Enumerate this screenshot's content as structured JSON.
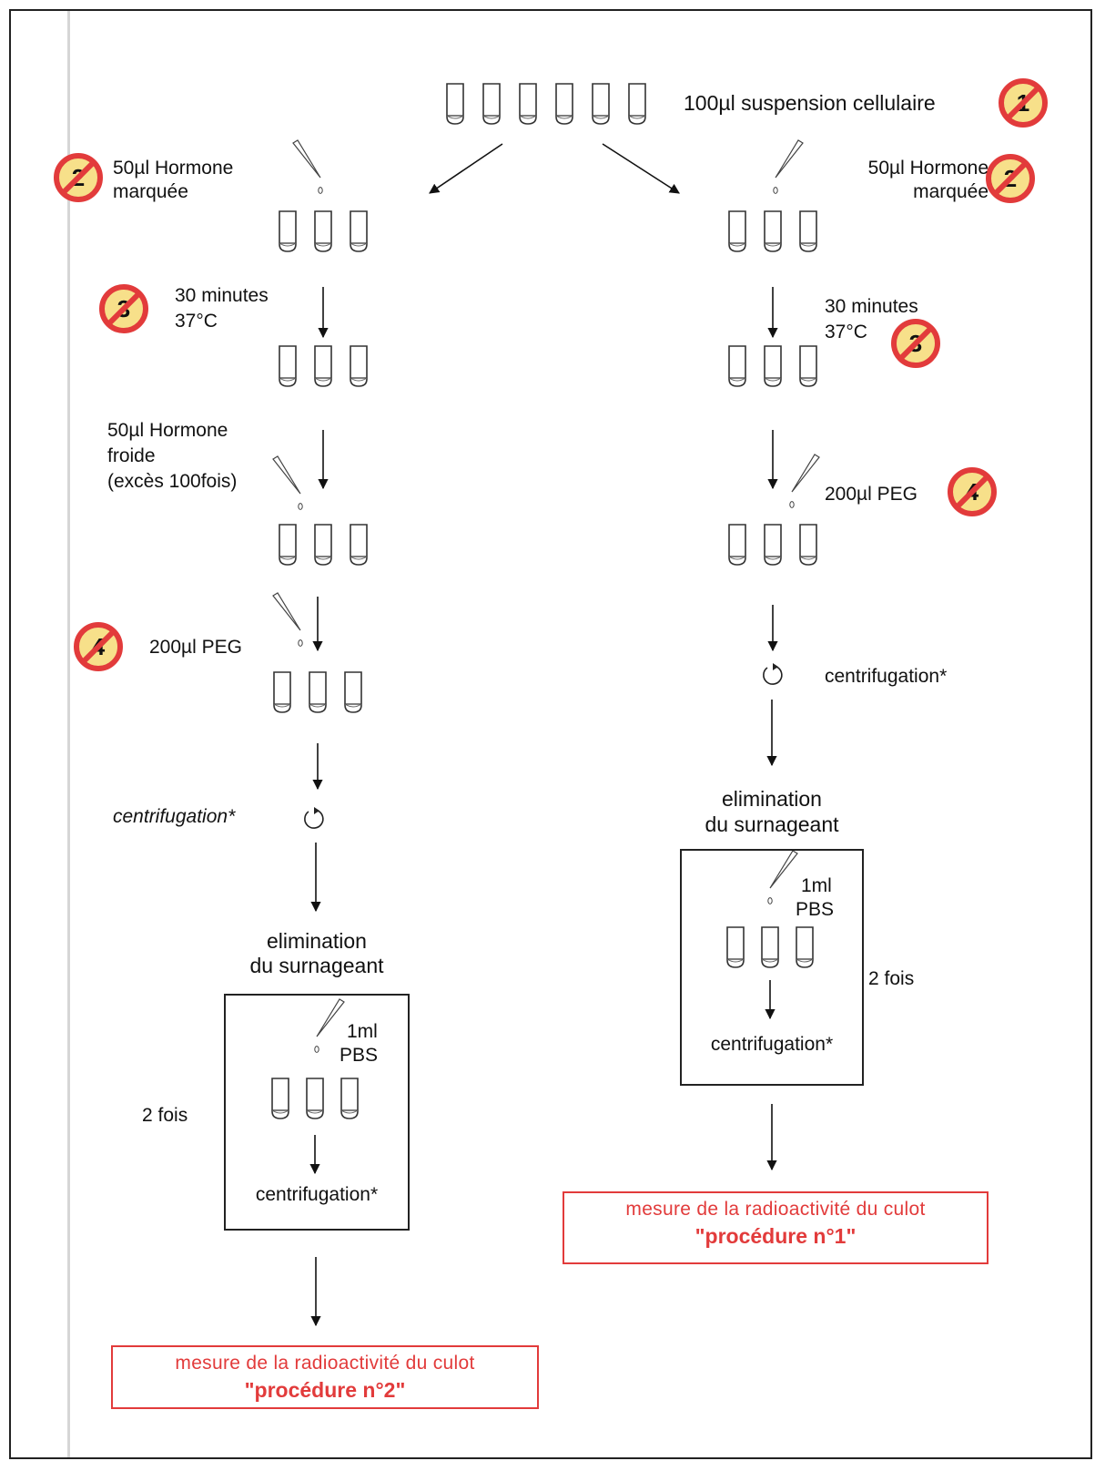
{
  "start": {
    "label": "100µl suspension cellulaire",
    "badge": "1"
  },
  "left": {
    "hormone": {
      "label_line1": "50µl Hormone",
      "label_line2": "marquée",
      "badge": "2"
    },
    "incubation": {
      "label_line1": "30 minutes",
      "label_line2": "37°C",
      "badge": "3"
    },
    "cold_hormone": {
      "label_line1": "50µl Hormone",
      "label_line2": "froide",
      "label_line3": "(excès 100fois)"
    },
    "peg": {
      "label": "200µl PEG",
      "badge": "4"
    },
    "centrifugation": "centrifugation*",
    "elimination": {
      "line1": "elimination",
      "line2": "du surnageant"
    },
    "wash": {
      "reagent_line1": "1ml",
      "reagent_line2": "PBS",
      "repeat": "2 fois",
      "centrifugation": "centrifugation*"
    },
    "result": {
      "title": "mesure de la radioactivité du culot",
      "name": "\"procédure n°2\""
    }
  },
  "right": {
    "hormone": {
      "label_line1": "50µl Hormone",
      "label_line2": "marquée",
      "badge": "2"
    },
    "incubation": {
      "label_line1": "30 minutes",
      "label_line2": "37°C",
      "badge": "3"
    },
    "peg": {
      "label": "200µl PEG",
      "badge": "4"
    },
    "centrifugation": "centrifugation*",
    "elimination": {
      "line1": "elimination",
      "line2": "du surnageant"
    },
    "wash": {
      "reagent_line1": "1ml",
      "reagent_line2": "PBS",
      "repeat": "2 fois",
      "centrifugation": "centrifugation*"
    },
    "result": {
      "title": "mesure de la radioactivité du culot",
      "name": "\"procédure n°1\""
    }
  },
  "colors": {
    "badge_ring": "#e23b3b",
    "badge_fill": "#f7e08a",
    "result": "#e23b3b"
  }
}
